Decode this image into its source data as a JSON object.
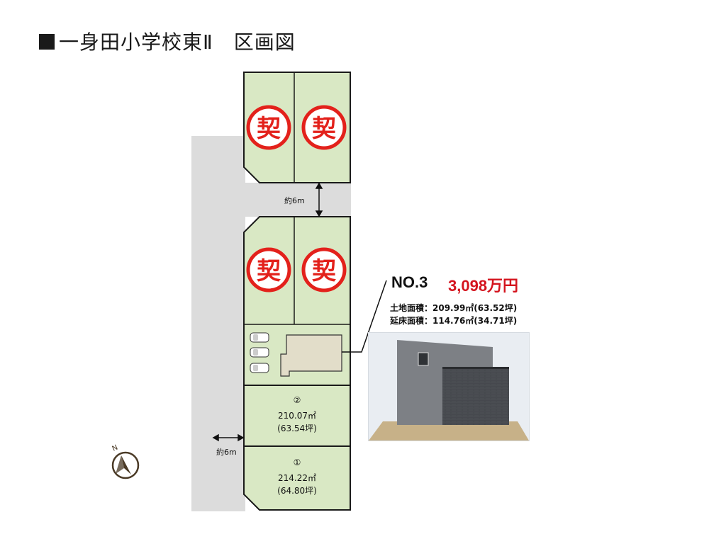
{
  "title": "■一身田小学校東Ⅱ　区画図",
  "title_text": "一身田小学校東Ⅱ　区画図",
  "colors": {
    "lot_fill": "#d9e8c4",
    "lot_stroke": "#1a1a1a",
    "road": "#dcdcdc",
    "stamp_red": "#e3211b",
    "price_red": "#d4141e"
  },
  "sold_stamp": "契",
  "road_width_label": "約6m",
  "lots": [
    {
      "number": "②",
      "area_m2": "210.07㎡",
      "area_tsubo": "(63.54坪)"
    },
    {
      "number": "①",
      "area_m2": "214.22㎡",
      "area_tsubo": "(64.80坪)"
    }
  ],
  "featured": {
    "no": "NO.3",
    "price": "3,098万円",
    "land_area": "土地面積：209.99㎡(63.52坪)",
    "floor_area": "延床面積：114.76㎡(34.71坪)"
  },
  "compass": "N"
}
